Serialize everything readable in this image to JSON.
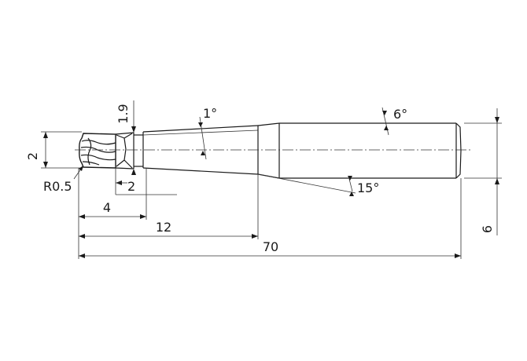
{
  "drawing": {
    "dimensions": {
      "head_diameter": "2",
      "neck_diameter": "1.9",
      "corner_radius": "R0.5",
      "flute_length": "2",
      "length_4": "4",
      "length_12": "12",
      "overall_length": "70",
      "shank_diameter": "6"
    },
    "angles": {
      "neck_taper": "1°",
      "shank_taper": "6°",
      "relief_angle": "15°"
    }
  }
}
